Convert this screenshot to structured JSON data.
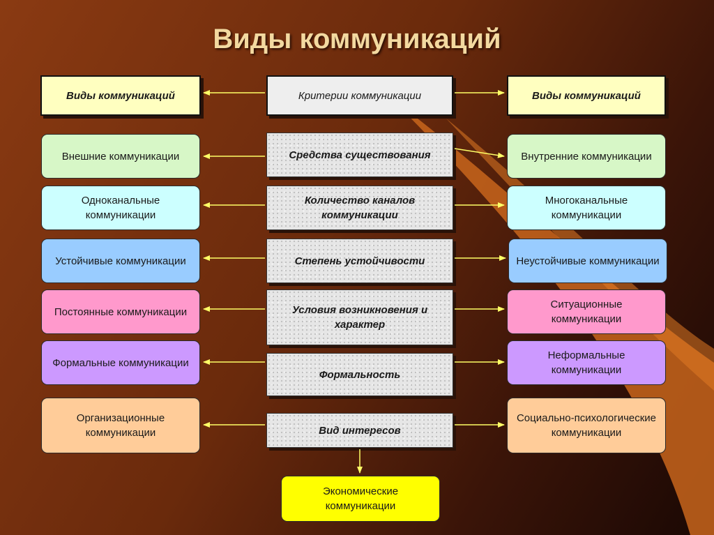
{
  "title": "Виды коммуникаций",
  "headers": {
    "left": "Виды коммуникаций",
    "center": "Критерии коммуникации",
    "right": "Виды коммуникаций"
  },
  "rows": [
    {
      "left": "Внешние коммуникации",
      "criterion": "Средства существования",
      "right": "Внутренние коммуникации",
      "color": "#d7f7c7"
    },
    {
      "left": "Одноканальные коммуникации",
      "criterion": "Количество каналов коммуникации",
      "right": "Многоканальные коммуникации",
      "color": "#ccffff"
    },
    {
      "left": "Устойчивые коммуникации",
      "criterion": "Степень устойчивости",
      "right": "Неустойчивые коммуникации",
      "color": "#99ccff"
    },
    {
      "left": "Постоянные коммуникации",
      "criterion": "Условия возникновения и характер",
      "right": "Ситуационные коммуникации",
      "color": "#ff99cc"
    },
    {
      "left": "Формальные коммуникации",
      "criterion": "Формальность",
      "right": "Неформальные коммуникации",
      "color": "#cc99ff"
    },
    {
      "left": "Организационные коммуникации",
      "criterion": "Вид интересов",
      "right": "Социально-психологические коммуникации",
      "color": "#ffcc99"
    }
  ],
  "bottom": {
    "label": "Экономические коммуникации",
    "color": "#ffff00"
  },
  "colors": {
    "arrow": "#ffff66",
    "header_fill": "#ffffc0",
    "title": "#f3d9a0"
  }
}
